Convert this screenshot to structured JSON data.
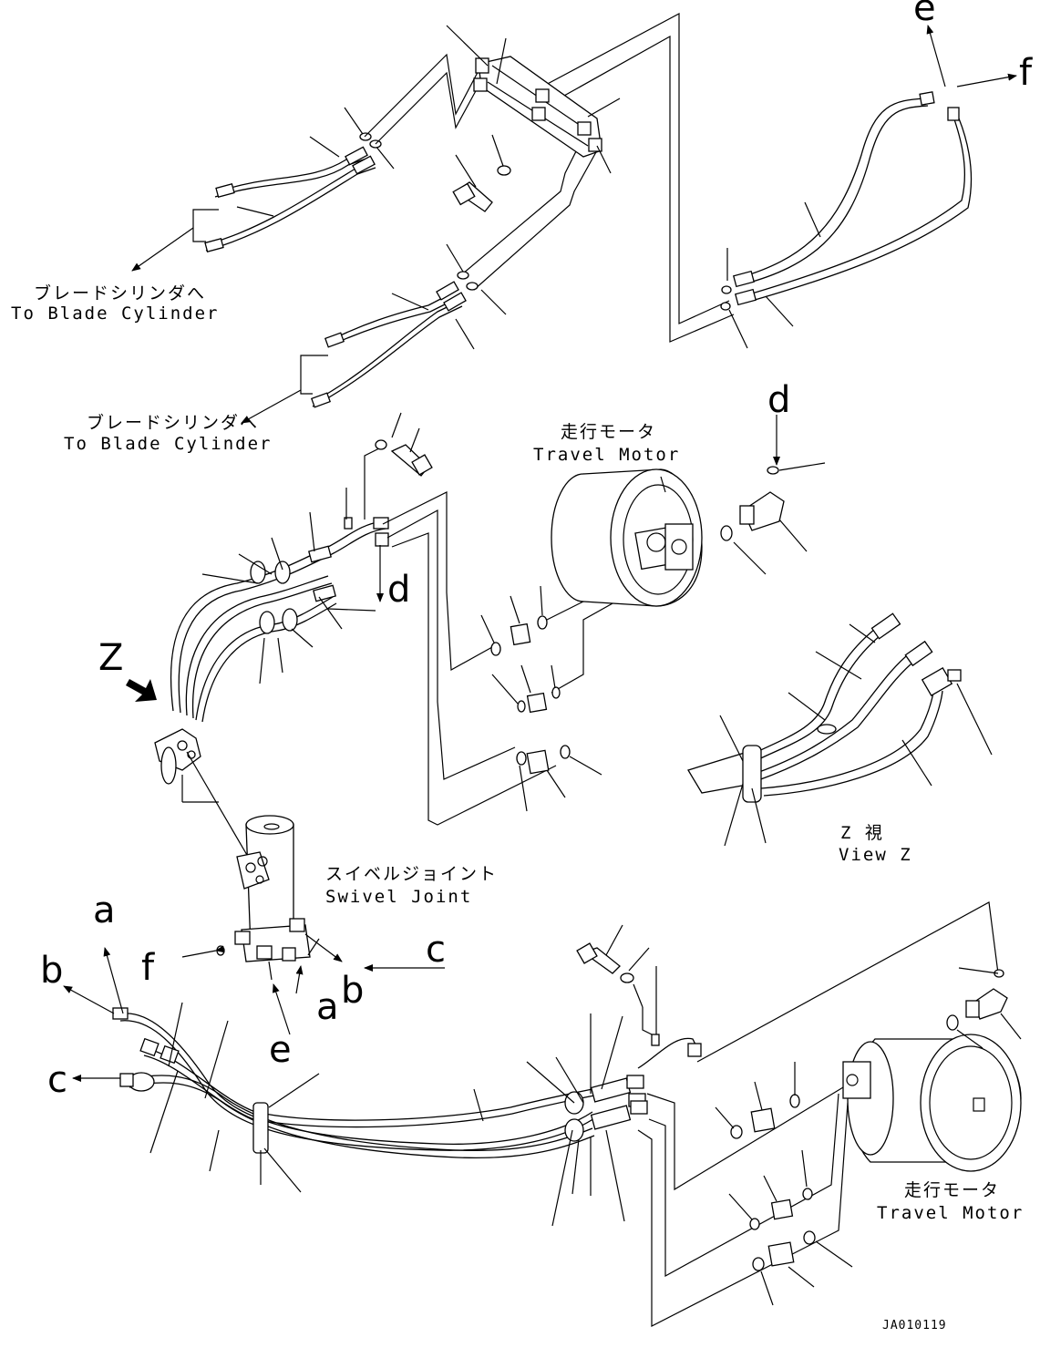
{
  "labels": {
    "blade_top_jp": "ブレードシリンダへ",
    "blade_top_en": "To Blade Cylinder",
    "blade_mid_jp": "ブレードシリンダへ",
    "blade_mid_en": "To Blade Cylinder",
    "travel_motor_1_jp": "走行モータ",
    "travel_motor_1_en": "Travel Motor",
    "travel_motor_2_jp": "走行モータ",
    "travel_motor_2_en": "Travel Motor",
    "swivel_jp": "スイベルジョイント",
    "swivel_en": "Swivel Joint",
    "view_z_jp": "Z 視",
    "view_z_en": "View Z",
    "drawing_code": "JA010119"
  },
  "letters": {
    "e_top": "e",
    "f_top": "f",
    "d_top": "d",
    "d_mid": "d",
    "z": "Z",
    "a_left": "a",
    "b_left": "b",
    "c_left": "c",
    "f_left": "f",
    "c_right": "c",
    "a_bottom": "a",
    "b_bottom": "b",
    "e_bottom": "e"
  }
}
